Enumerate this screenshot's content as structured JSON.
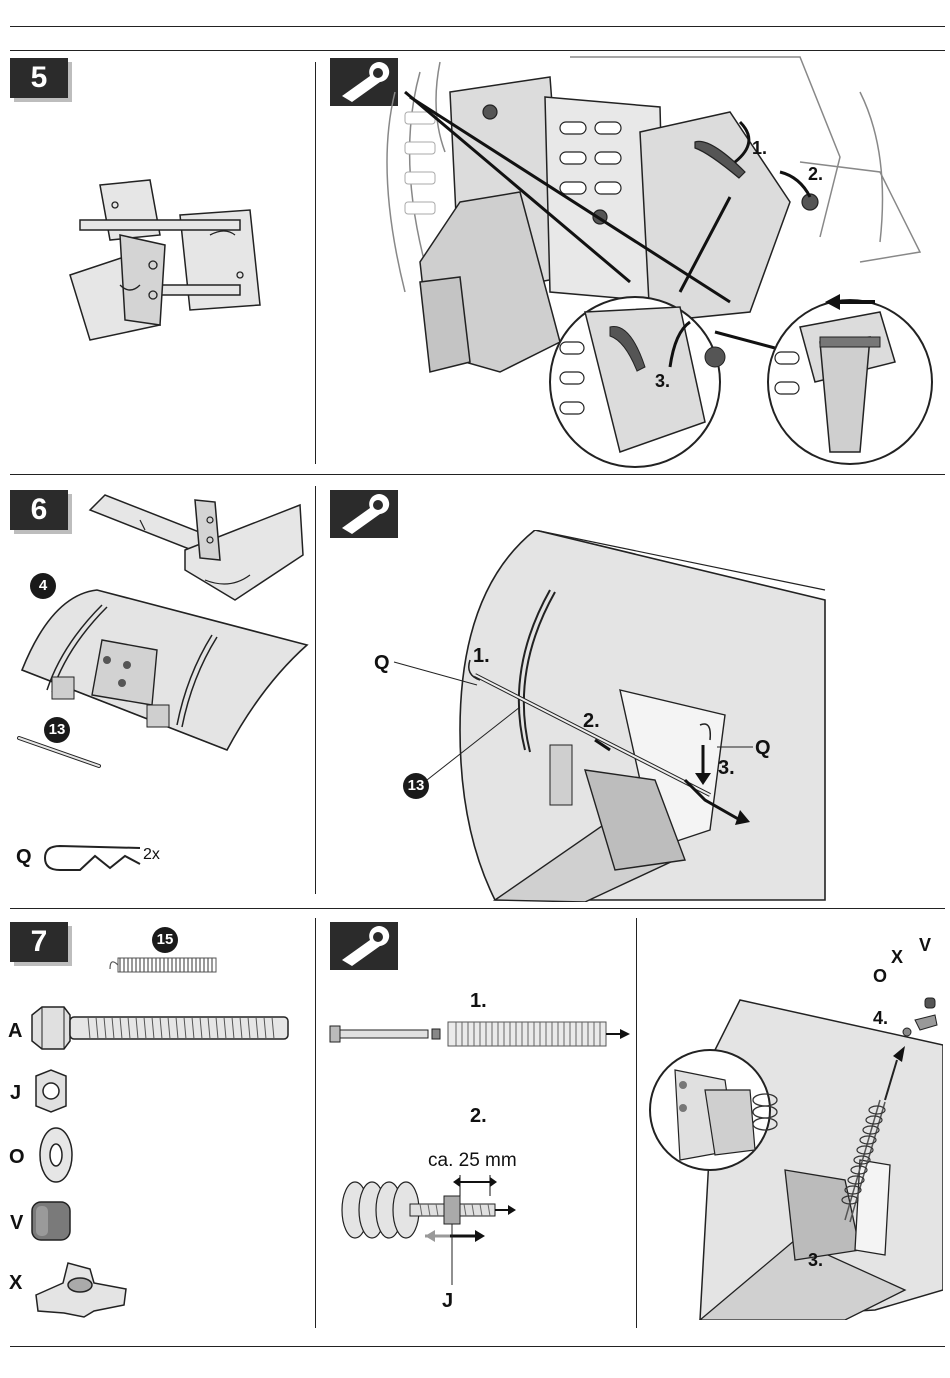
{
  "steps": [
    {
      "number": "5"
    },
    {
      "number": "6"
    },
    {
      "number": "7"
    }
  ],
  "step5": {
    "callouts": [
      "1.",
      "2.",
      "3."
    ]
  },
  "step6": {
    "parts": {
      "blade_ref": "4",
      "rod_ref": "13",
      "clip_label": "Q",
      "clip_qty": "2x"
    },
    "callouts": {
      "q_left": "Q",
      "q_right": "Q",
      "rod_ref": "13",
      "c1": "1.",
      "c2": "2.",
      "c3": "3."
    }
  },
  "step7": {
    "spring_ref": "15",
    "parts": [
      {
        "label": "A",
        "name": "bolt"
      },
      {
        "label": "J",
        "name": "nut"
      },
      {
        "label": "O",
        "name": "washer"
      },
      {
        "label": "V",
        "name": "cap"
      },
      {
        "label": "X",
        "name": "star-knob"
      }
    ],
    "sub1": "1.",
    "sub2": "2.",
    "dimension": "ca. 25 mm",
    "nut_label": "J",
    "right_labels": {
      "v": "V",
      "x": "X",
      "o": "O",
      "c4": "4.",
      "c3": "3."
    }
  }
}
